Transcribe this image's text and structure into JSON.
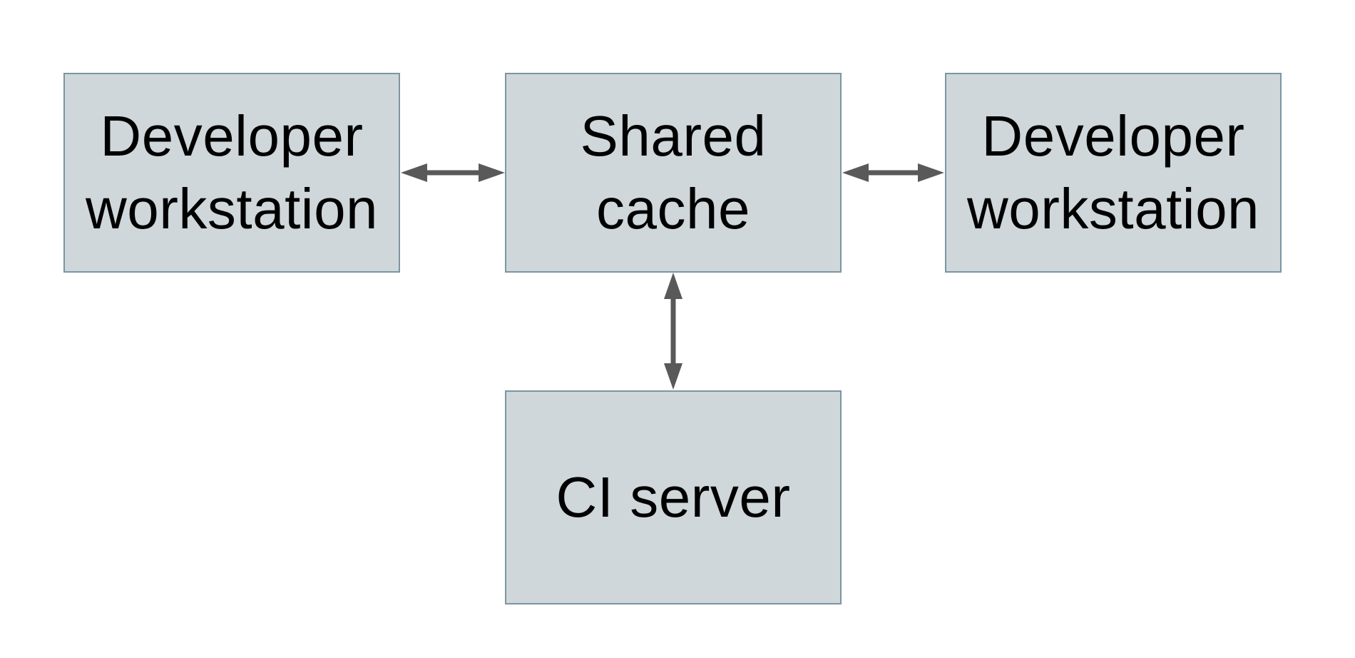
{
  "diagram": {
    "nodes": [
      {
        "id": "developer-workstation-left",
        "label": "Developer workstation"
      },
      {
        "id": "shared-cache",
        "label": "Shared cache"
      },
      {
        "id": "developer-workstation-right",
        "label": "Developer workstation"
      },
      {
        "id": "ci-server",
        "label": "CI server"
      }
    ],
    "edges": [
      {
        "from": "developer-workstation-left",
        "to": "shared-cache",
        "direction": "bidirectional"
      },
      {
        "from": "shared-cache",
        "to": "developer-workstation-right",
        "direction": "bidirectional"
      },
      {
        "from": "shared-cache",
        "to": "ci-server",
        "direction": "bidirectional"
      }
    ]
  },
  "colors": {
    "background": "#ffffff",
    "box_fill": "#cfd7da",
    "box_border": "#7c95a3",
    "arrow": "#595959",
    "text": "#000000"
  }
}
